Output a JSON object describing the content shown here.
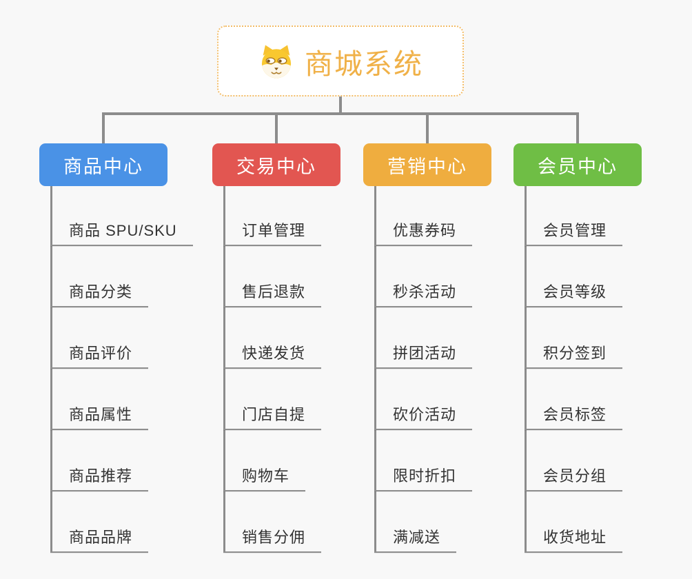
{
  "root": {
    "label": "商城系统",
    "icon": "dog-face-icon",
    "text_color": "#f0b148",
    "border_color": "#f3bc66",
    "background": "#ffffff"
  },
  "connector_color": "#8c8c8c",
  "page_background": "#f8f8f8",
  "leaf_text_color": "#333333",
  "leaf_line_color": "#8e8e8e",
  "branches": [
    {
      "label": "商品中心",
      "color": "#4a92e6",
      "children": [
        "商品 SPU/SKU",
        "商品分类",
        "商品评价",
        "商品属性",
        "商品推荐",
        "商品品牌"
      ]
    },
    {
      "label": "交易中心",
      "color": "#e25651",
      "children": [
        "订单管理",
        "售后退款",
        "快递发货",
        "门店自提",
        "购物车",
        "销售分佣"
      ]
    },
    {
      "label": "营销中心",
      "color": "#efad3f",
      "children": [
        "优惠券码",
        "秒杀活动",
        "拼团活动",
        "砍价活动",
        "限时折扣",
        "满减送"
      ]
    },
    {
      "label": "会员中心",
      "color": "#6fbe45",
      "children": [
        "会员管理",
        "会员等级",
        "积分签到",
        "会员标签",
        "会员分组",
        "收货地址"
      ]
    }
  ]
}
